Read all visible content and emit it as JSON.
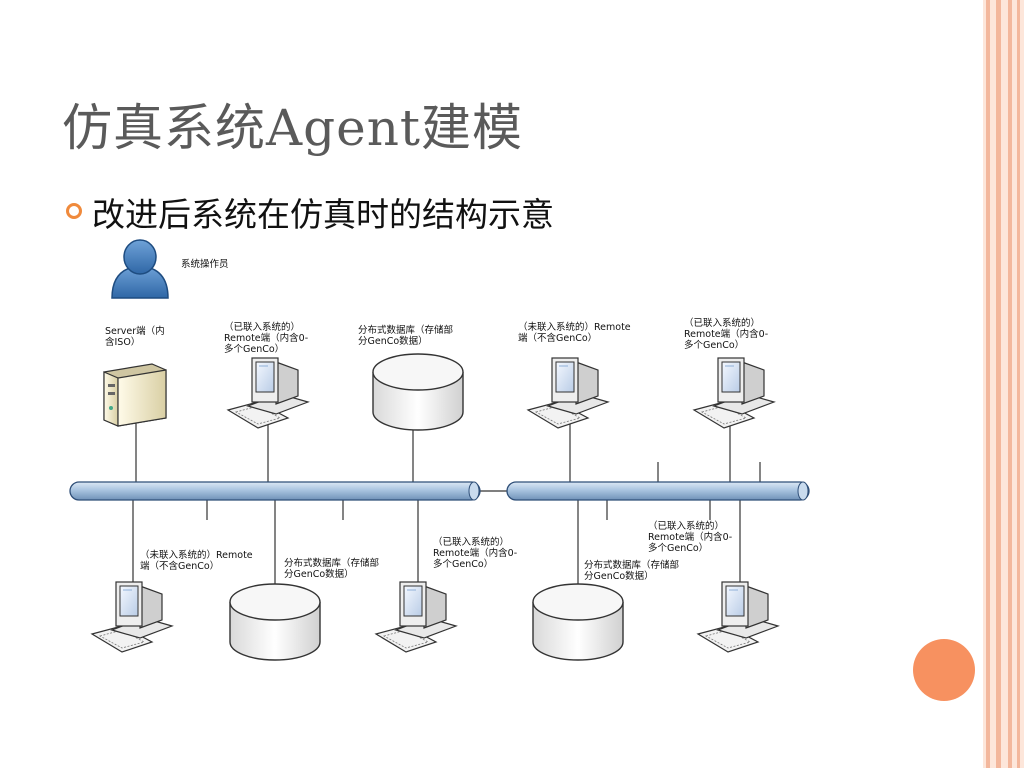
{
  "title": "仿真系统Agent建模",
  "bullet": "改进后系统在仿真时的结构示意",
  "colors": {
    "accent_orange": "#f08a3c",
    "circle_orange": "#f79160",
    "bus_blue": "#a9c4e0",
    "border_salmon": "#f3b79c"
  },
  "labels": {
    "operator": "系统操作员",
    "server": "Server端（内\n含ISO）",
    "remote_joined_top1": "（已联入系统的）\nRemote端（内含0-\n多个GenCo）",
    "db_top": "分布式数据库（存储部\n分GenCo数据）",
    "remote_unjoined_top": "（未联入系统的）Remote\n端（不含GenCo）",
    "remote_joined_top2": "（已联入系统的）\nRemote端（内含0-\n多个GenCo）",
    "remote_unjoined_bottom": "（未联入系统的）Remote\n端（不含GenCo）",
    "db_bottom1": "分布式数据库（存储部\n分GenCo数据）",
    "remote_joined_bottom1": "（已联入系统的）\nRemote端（内含0-\n多个GenCo）",
    "db_bottom2": "分布式数据库（存储部\n分GenCo数据）",
    "remote_joined_bottom2": "（已联入系统的）\nRemote端（内含0-\n多个GenCo）"
  }
}
